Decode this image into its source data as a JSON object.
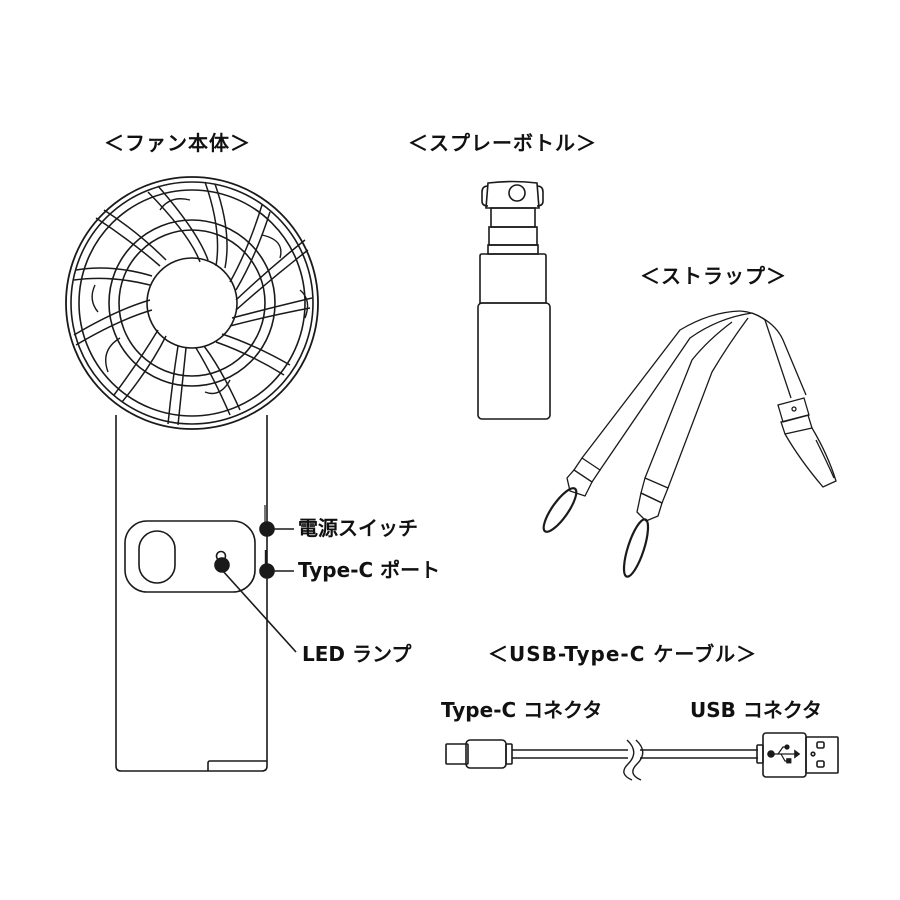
{
  "sections": {
    "fan": {
      "title": "＜ファン本体＞"
    },
    "spray": {
      "title": "＜スプレーボトル＞"
    },
    "strap": {
      "title": "＜ストラップ＞"
    },
    "cable": {
      "title": "＜USB-Type-C ケーブル＞"
    }
  },
  "callouts": {
    "power_switch": "電源スイッチ",
    "type_c_port": "Type-C ポート",
    "led_lamp": "LED ランプ"
  },
  "cable_labels": {
    "type_c_connector": "Type-C コネクタ",
    "usb_connector": "USB コネクタ"
  },
  "colors": {
    "line": "#1a1a1a",
    "background": "#ffffff"
  }
}
